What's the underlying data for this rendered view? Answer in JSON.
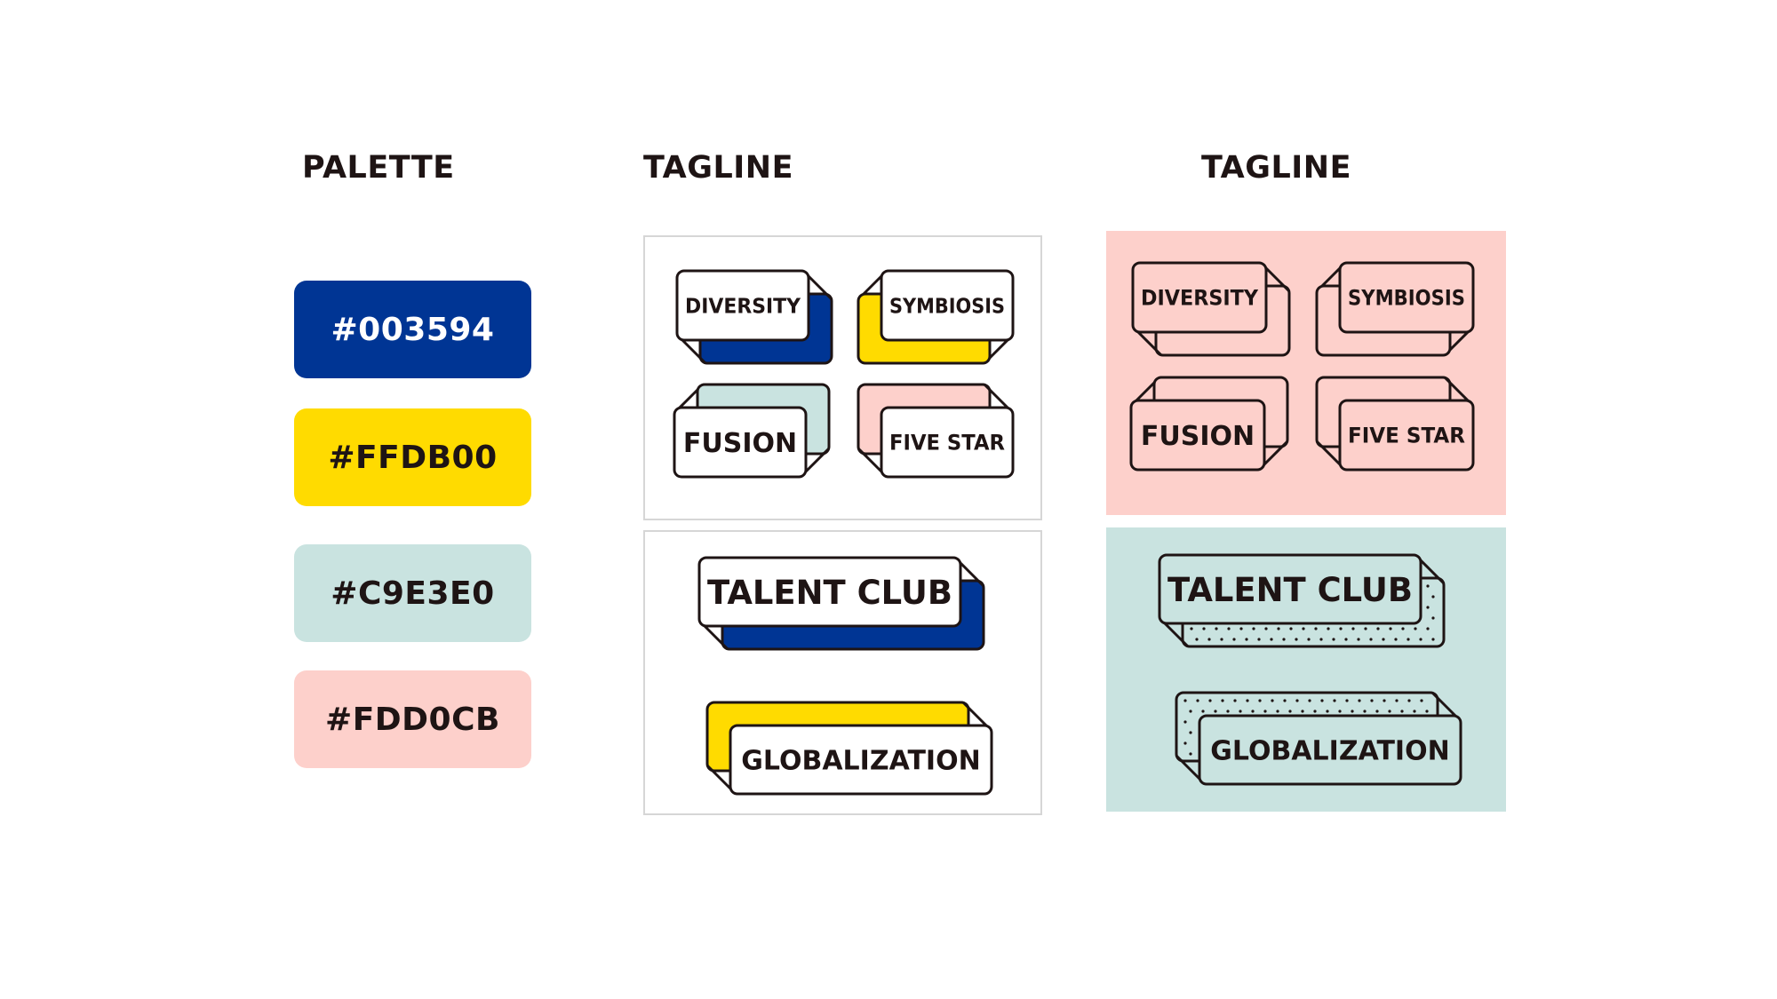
{
  "headings": {
    "palette": "PALETTE",
    "tagline_1": "TAGLINE",
    "tagline_2": "TAGLINE"
  },
  "palette": [
    {
      "label": "#003594",
      "color": "#003594",
      "text_color": "#ffffff"
    },
    {
      "label": "#FFDB00",
      "color": "#FFDB00",
      "text_color": "#1e1414"
    },
    {
      "label": "#C9E3E0",
      "color": "#C9E3E0",
      "text_color": "#1e1414"
    },
    {
      "label": "#FDD0CB",
      "color": "#FDD0CB",
      "text_color": "#1e1414"
    }
  ],
  "tags": {
    "diversity": "DIVERSITY",
    "symbiosis": "SYMBIOSIS",
    "fusion": "FUSION",
    "five_star": "FIVE STAR",
    "talent_club": "TALENT CLUB",
    "globalization": "GLOBALIZATION"
  },
  "colors": {
    "blue": "#003594",
    "yellow": "#FFDB00",
    "mint": "#C9E3E0",
    "pink": "#FDD0CB",
    "outline": "#1e1414",
    "white": "#ffffff"
  }
}
